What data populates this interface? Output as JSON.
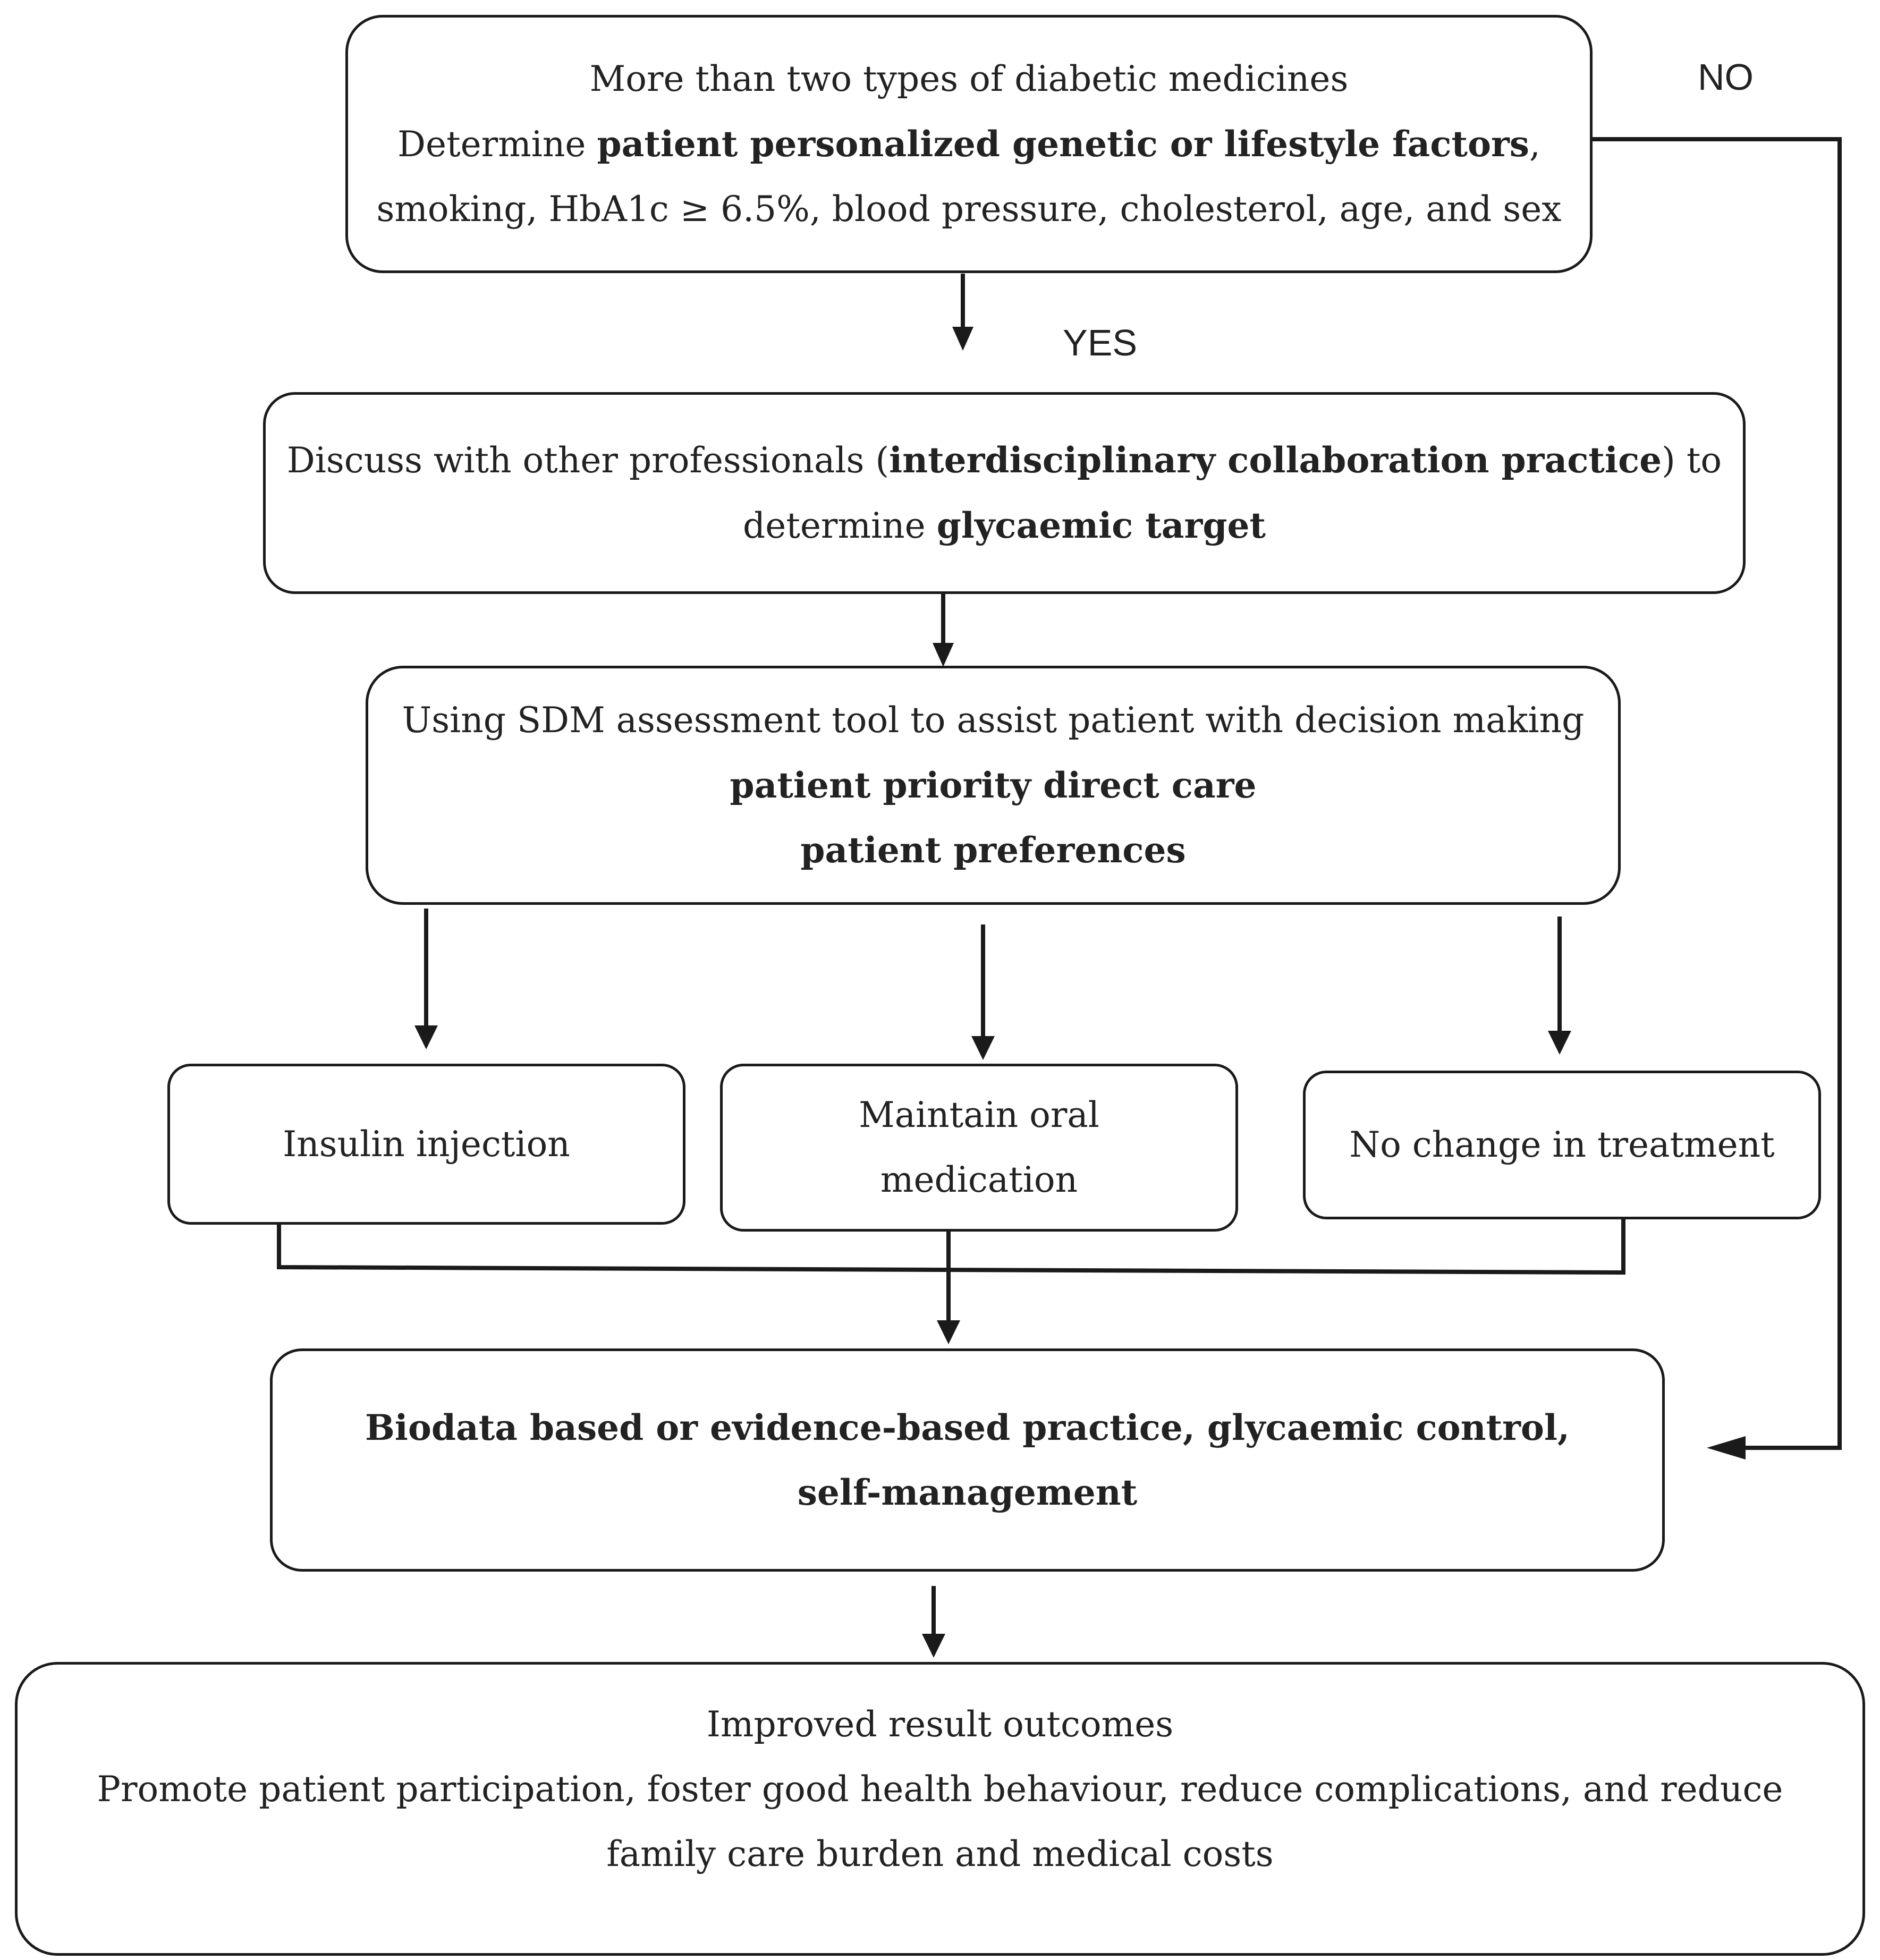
{
  "diagram": {
    "nodes": {
      "criteria": {
        "line1": "More than two types of diabetic medicines",
        "line2_prefix": "Determine ",
        "line2_bold": "patient personalized genetic or lifestyle factors",
        "line2_suffix": ",",
        "line3": "smoking, HbA1c ≥ 6.5%, blood pressure, cholesterol, age, and sex"
      },
      "discuss": {
        "line1_prefix": "Discuss with other professionals (",
        "line1_bold": "interdisciplinary collaboration practice",
        "line1_suffix": ") to",
        "line2_prefix": "determine ",
        "line2_bold": "glycaemic target"
      },
      "sdm": {
        "line1": "Using SDM assessment tool to assist patient with decision making",
        "line2": "patient priority direct care",
        "line3": "patient preferences"
      },
      "insulin": {
        "line1": "Insulin injection"
      },
      "oral": {
        "line1": "Maintain oral",
        "line2": "medication"
      },
      "nochange": {
        "line1": "No change in treatment"
      },
      "evidence": {
        "line1": "Biodata based or evidence-based practice, glycaemic control,",
        "line2": "self-management"
      },
      "outcomes": {
        "line1": "Improved result outcomes",
        "line2": "Promote patient participation, foster good health behaviour, reduce complications, and reduce",
        "line3": "family care burden and medical costs"
      }
    },
    "edge_labels": {
      "yes": "YES",
      "no": "NO"
    },
    "colors": {
      "stroke": "#1a1a1a",
      "text": "#222222",
      "background": "#ffffff"
    }
  }
}
